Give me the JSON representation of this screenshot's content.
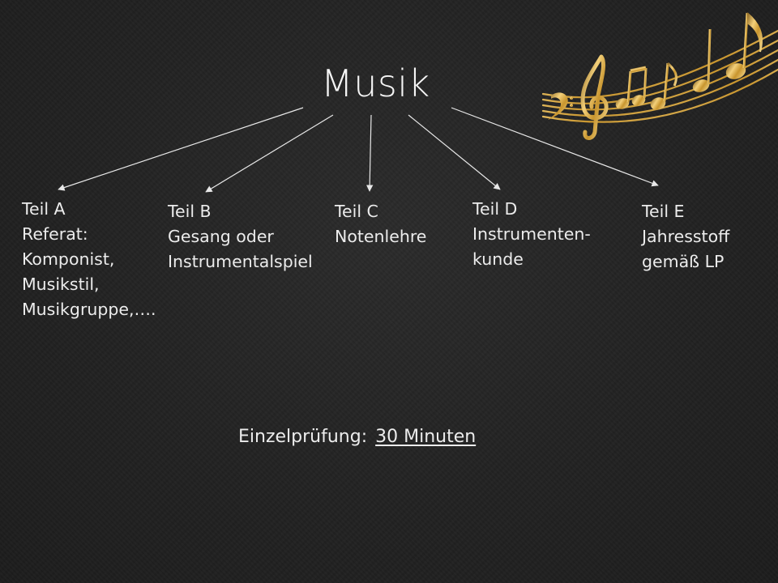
{
  "title": "Musik",
  "nodes": [
    {
      "lines": [
        "Teil A",
        "Referat:",
        "Komponist,",
        "Musikstil,",
        "Musikgruppe,…."
      ]
    },
    {
      "lines": [
        "Teil B",
        "Gesang oder",
        "Instrumentalspiel"
      ]
    },
    {
      "lines": [
        "Teil C",
        "Notenlehre"
      ]
    },
    {
      "lines": [
        "Teil D",
        "Instrumenten-",
        "kunde"
      ]
    },
    {
      "lines": [
        "Teil E",
        "Jahresstoff",
        "gemäß LP"
      ]
    }
  ],
  "exam": {
    "label": "Einzelprüfung:",
    "value": "30 Minuten"
  },
  "colors": {
    "background": "#242424",
    "text": "#f2f2f2",
    "gold": "#d4a94a"
  },
  "icons": [
    "music-notes-icon"
  ]
}
